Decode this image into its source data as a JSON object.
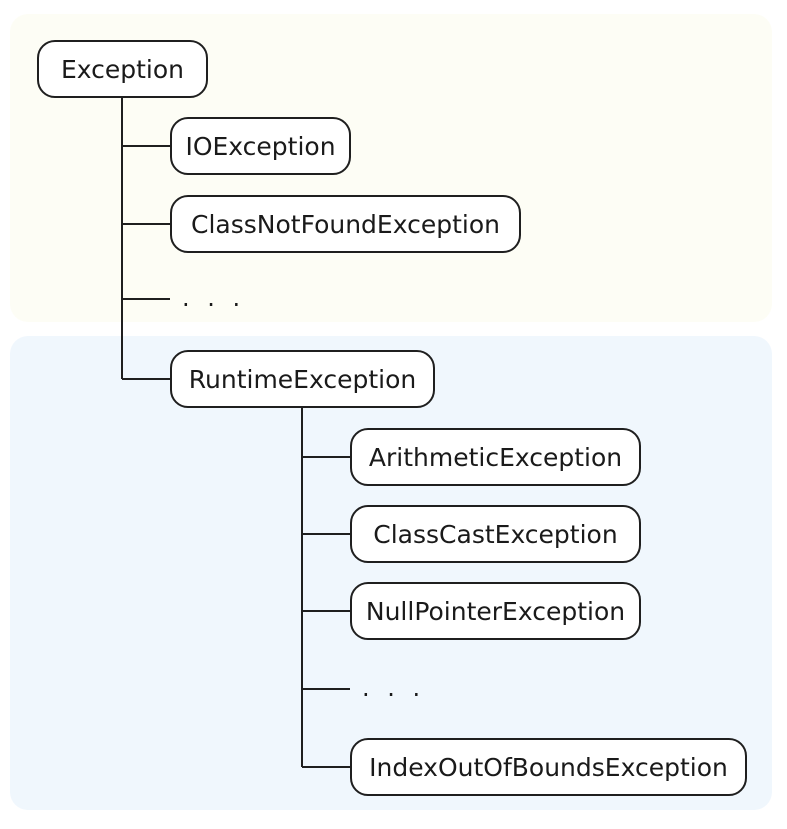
{
  "diagram": {
    "root": {
      "label": "Exception"
    },
    "checked_children": [
      {
        "label": "IOException"
      },
      {
        "label": "ClassNotFoundException"
      }
    ],
    "checked_ellipsis": ". . .",
    "runtime": {
      "label": "RuntimeException"
    },
    "runtime_children": [
      {
        "label": "ArithmeticException"
      },
      {
        "label": "ClassCastException"
      },
      {
        "label": "NullPointerException"
      }
    ],
    "runtime_ellipsis": ". . .",
    "runtime_last": {
      "label": "IndexOutOfBoundsException"
    }
  },
  "colors": {
    "checked_zone": "#fdfdf5",
    "runtime_zone": "#f0f7fd",
    "line": "#1f1f1f"
  }
}
